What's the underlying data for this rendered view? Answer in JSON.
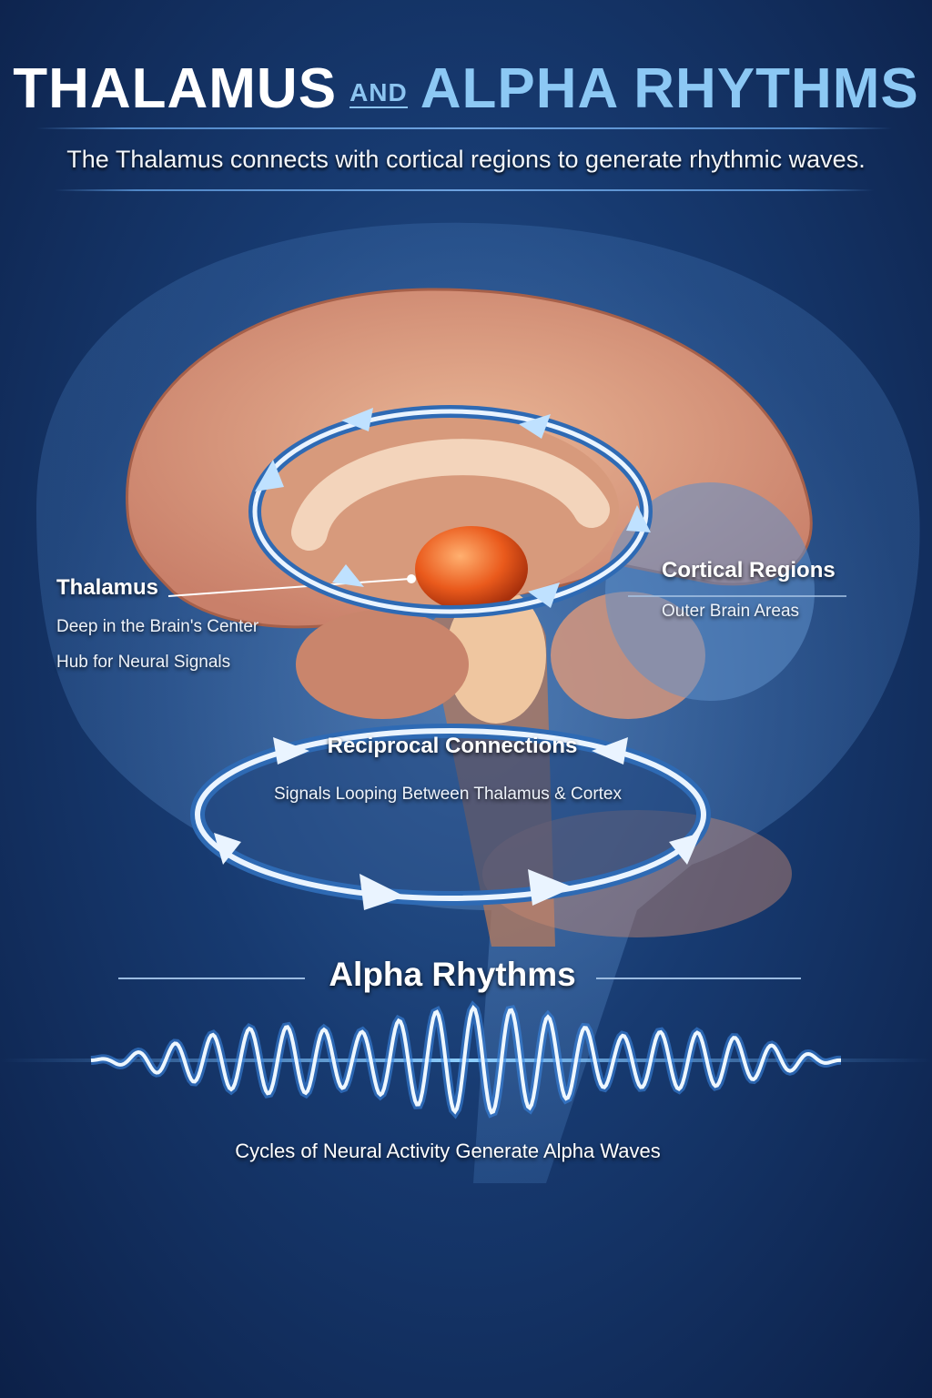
{
  "header": {
    "title_part1": "THALAMUS",
    "title_and": "AND",
    "title_part2": "ALPHA RHYTHMS",
    "subtitle": "The Thalamus connects with cortical regions to generate rhythmic waves."
  },
  "labels": {
    "thalamus": {
      "title": "Thalamus",
      "lines": [
        "Deep in the Brain's Center",
        "Hub for Neural Signals"
      ]
    },
    "cortical": {
      "title": "Cortical Regions",
      "lines": [
        "Outer Brain Areas"
      ]
    },
    "reciprocal": {
      "title": "Reciprocal Connections",
      "subtitle": "Signals Looping Between Thalamus & Cortex"
    },
    "alpha": {
      "title": "Alpha Rhythms",
      "caption": "Cycles of Neural Activity Generate Alpha Waves"
    }
  },
  "colors": {
    "accent": "#8cc8f4",
    "thalamus": "#e8561c",
    "cortex": "#d98f72",
    "background": "#173a70"
  }
}
